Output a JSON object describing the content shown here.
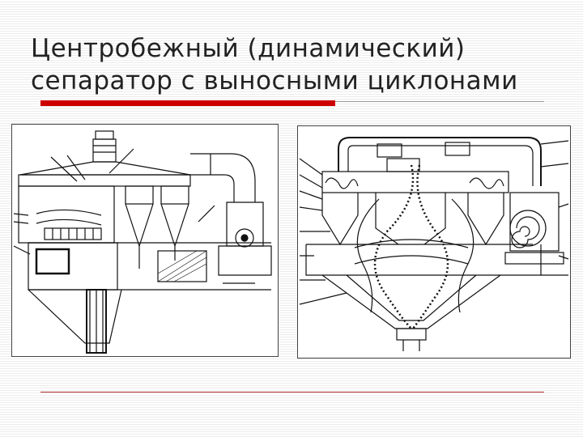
{
  "slide": {
    "title_line1": "Центробежный (динамический)",
    "title_line2": "сепаратор с выносными циклонами"
  },
  "colors": {
    "accent_rule": "#cc0000",
    "text": "#222222",
    "drawing_ink": "#111111"
  },
  "figures": [
    {
      "label": "separator-side-section-drawing"
    },
    {
      "label": "separator-airflow-diagram"
    }
  ]
}
